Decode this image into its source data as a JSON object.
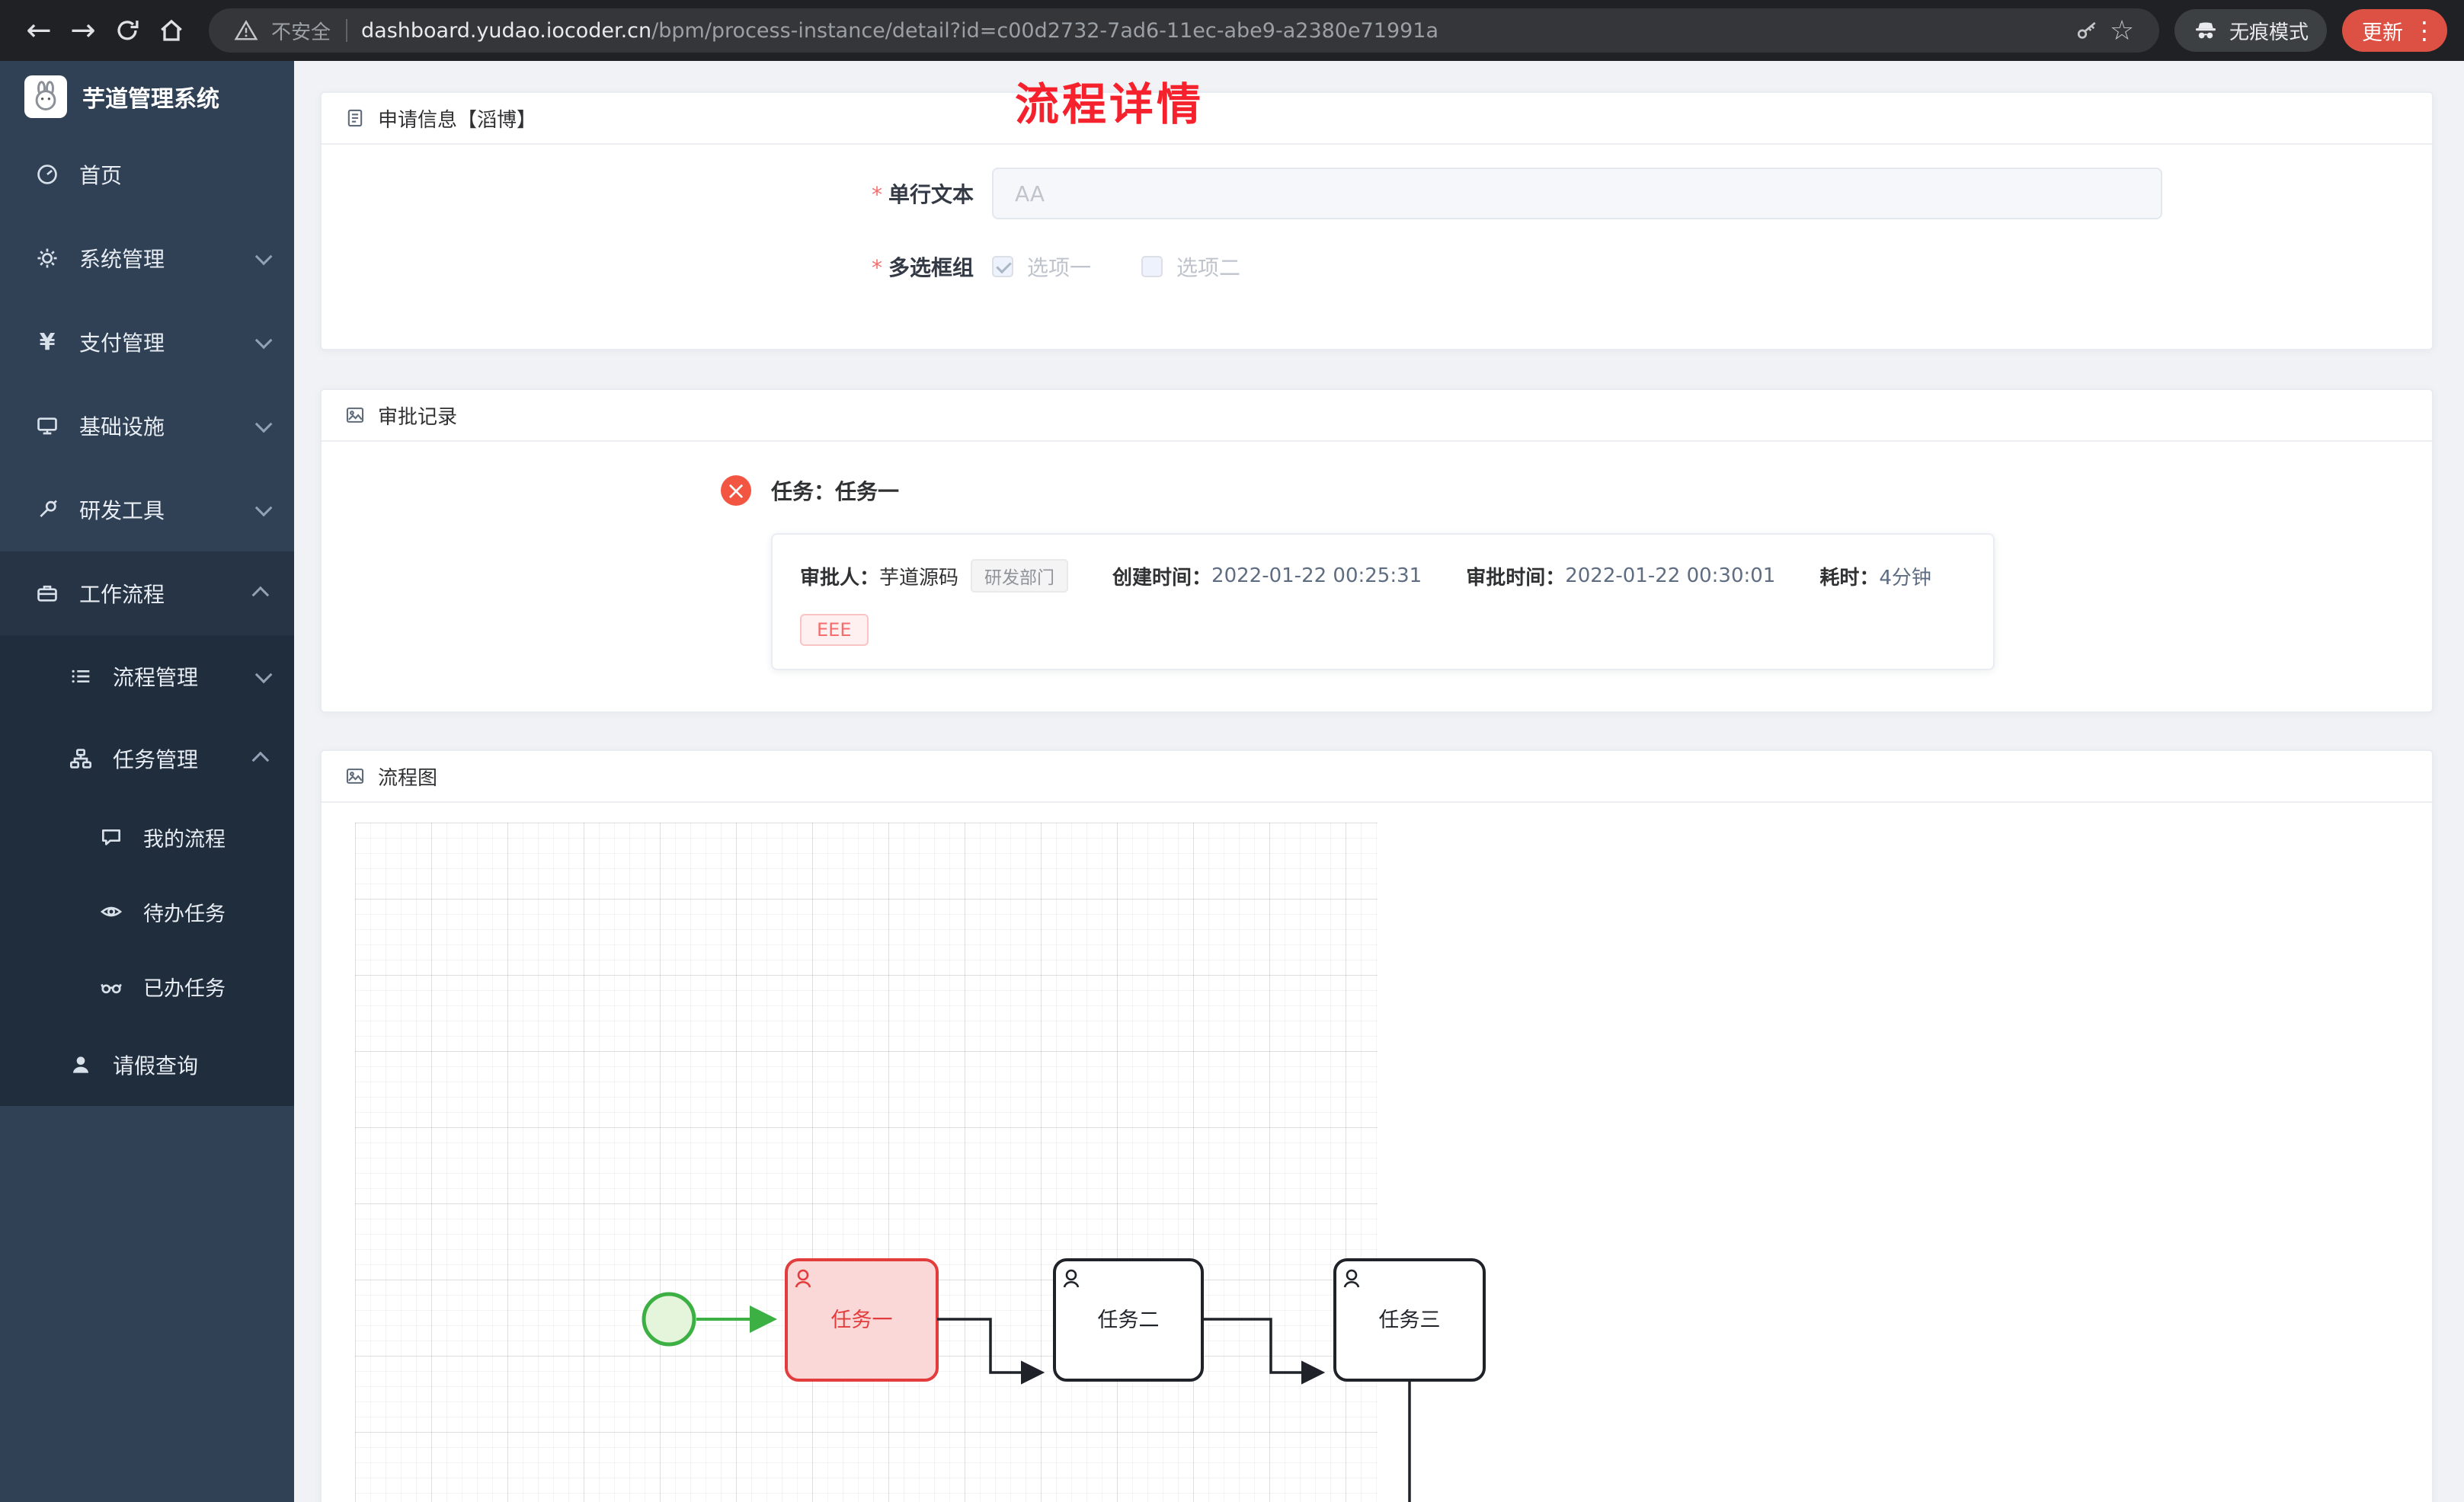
{
  "browser": {
    "security_label": "不安全",
    "url_host": "dashboard.yudao.iocoder.cn",
    "url_path": "/bpm/process-instance/detail?id=c00d2732-7ad6-11ec-abe9-a2380e71991a",
    "incognito_label": "无痕模式",
    "update_label": "更新",
    "icons": {
      "back": "←",
      "forward": "→",
      "star": "☆",
      "menu_dots": "⋮",
      "yen": "¥"
    }
  },
  "sidebar": {
    "logo_title": "芋道管理系统",
    "items": [
      {
        "label": "首页",
        "icon": "dashboard-icon"
      },
      {
        "label": "系统管理",
        "icon": "gear-icon",
        "expand": "down"
      },
      {
        "label": "支付管理",
        "icon": "yen-icon",
        "expand": "down"
      },
      {
        "label": "基础设施",
        "icon": "monitor-icon",
        "expand": "down"
      },
      {
        "label": "研发工具",
        "icon": "wrench-icon",
        "expand": "down"
      },
      {
        "label": "工作流程",
        "icon": "briefcase-icon",
        "expand": "up"
      }
    ],
    "workflow_children": [
      {
        "label": "流程管理",
        "icon": "list-icon",
        "expand": "down"
      },
      {
        "label": "任务管理",
        "icon": "tree-icon",
        "expand": "up"
      },
      {
        "label": "请假查询",
        "icon": "user-icon"
      }
    ],
    "task_children": [
      {
        "label": "我的流程",
        "icon": "chat-icon"
      },
      {
        "label": "待办任务",
        "icon": "eye-icon"
      },
      {
        "label": "已办任务",
        "icon": "glasses-icon"
      }
    ]
  },
  "page": {
    "title": "流程详情"
  },
  "apply_card": {
    "title": "申请信息【滔博】",
    "required_mark": "*",
    "text_field": {
      "label": "单行文本",
      "placeholder": "AA",
      "value": ""
    },
    "checkbox_field": {
      "label": "多选框组",
      "options": [
        {
          "label": "选项一",
          "checked": true
        },
        {
          "label": "选项二",
          "checked": false
        }
      ]
    }
  },
  "approval_card": {
    "title": "审批记录",
    "task": {
      "status": "rejected",
      "title": "任务：任务一",
      "approver_label": "审批人：",
      "approver": "芋道源码",
      "dept_tag": "研发部门",
      "created_label": "创建时间：",
      "created_time": "2022-01-22 00:25:31",
      "approved_label": "审批时间：",
      "approved_time": "2022-01-22 00:30:01",
      "duration_label": "耗时：",
      "duration": "4分钟",
      "comment_tag": "EEE"
    }
  },
  "diagram_card": {
    "title": "流程图",
    "nodes": {
      "task1": "任务一",
      "task2": "任务二",
      "task3": "任务三"
    }
  },
  "colors": {
    "page_title_red": "#f5222d",
    "task_highlight_stroke": "#e23c3c",
    "task_highlight_fill": "#fbd8d8",
    "flow_green": "#3cb043",
    "sidebar_bg": "#304156",
    "submenu_bg": "#1f2d3d",
    "update_button": "#dd5144",
    "reject_badge": "#f25643"
  }
}
